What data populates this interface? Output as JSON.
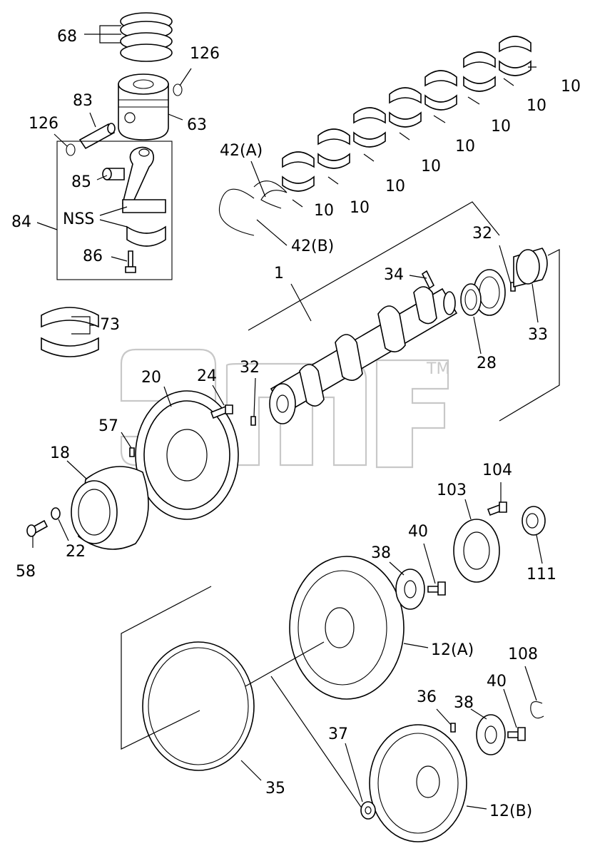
{
  "diagram": {
    "labels": {
      "l68": "68",
      "l126a": "126",
      "l83": "83",
      "l63": "63",
      "l126b": "126",
      "l85": "85",
      "l84": "84",
      "lnss": "NSS",
      "l86": "86",
      "l73": "73",
      "l42a": "42(A)",
      "l42b": "42(B)",
      "l10_1": "10",
      "l10_2": "10",
      "l10_3": "10",
      "l10_4": "10",
      "l10_5": "10",
      "l10_6": "10",
      "l10_7": "10",
      "l10_8": "10",
      "l1": "1",
      "l34": "34",
      "l32a": "32",
      "l33": "33",
      "l28": "28",
      "l32b": "32",
      "l24": "24",
      "l20": "20",
      "l57": "57",
      "l18": "18",
      "l58": "58",
      "l22": "22",
      "l104": "104",
      "l103": "103",
      "l111": "111",
      "l40a": "40",
      "l38a": "38",
      "l12a": "12(A)",
      "l108": "108",
      "l40b": "40",
      "l38b": "38",
      "l36": "36",
      "l37": "37",
      "l35": "35",
      "l12b": "12(B)"
    },
    "watermark_tm": "TM"
  }
}
